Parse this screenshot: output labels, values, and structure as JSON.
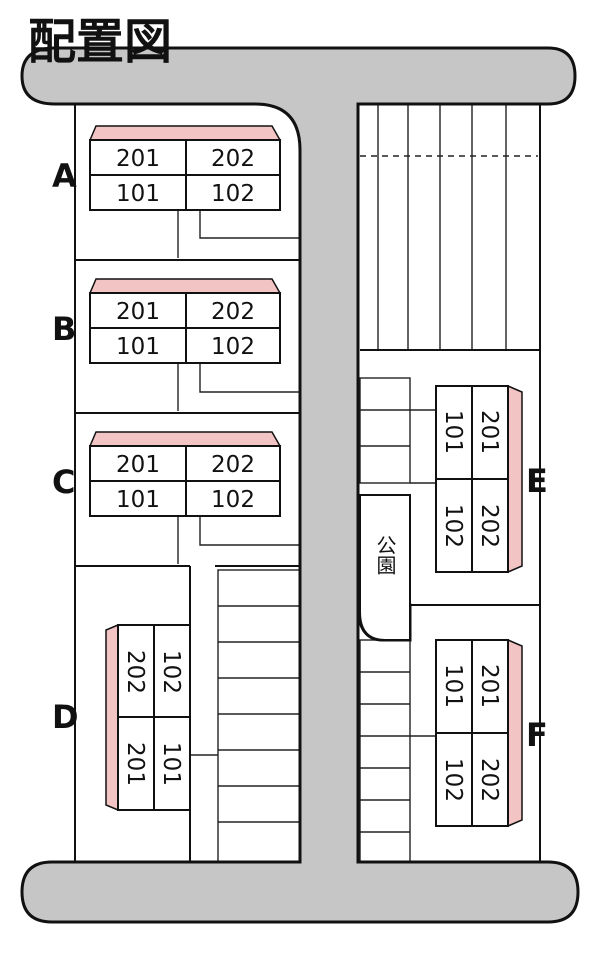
{
  "title": "配置図",
  "buildings": {
    "A": {
      "label": "A",
      "upper": [
        "201",
        "202"
      ],
      "lower": [
        "101",
        "102"
      ]
    },
    "B": {
      "label": "B",
      "upper": [
        "201",
        "202"
      ],
      "lower": [
        "101",
        "102"
      ]
    },
    "C": {
      "label": "C",
      "upper": [
        "201",
        "202"
      ],
      "lower": [
        "101",
        "102"
      ]
    },
    "D": {
      "label": "D",
      "units": [
        "102",
        "202",
        "101",
        "201"
      ]
    },
    "E": {
      "label": "E",
      "units": [
        "201",
        "101",
        "202",
        "102"
      ]
    },
    "F": {
      "label": "F",
      "units": [
        "201",
        "101",
        "202",
        "102"
      ]
    }
  },
  "park": {
    "label": "公園"
  },
  "colors": {
    "road": "#c6c6c6",
    "roof": "#f2c4c4",
    "line": "#111111"
  }
}
